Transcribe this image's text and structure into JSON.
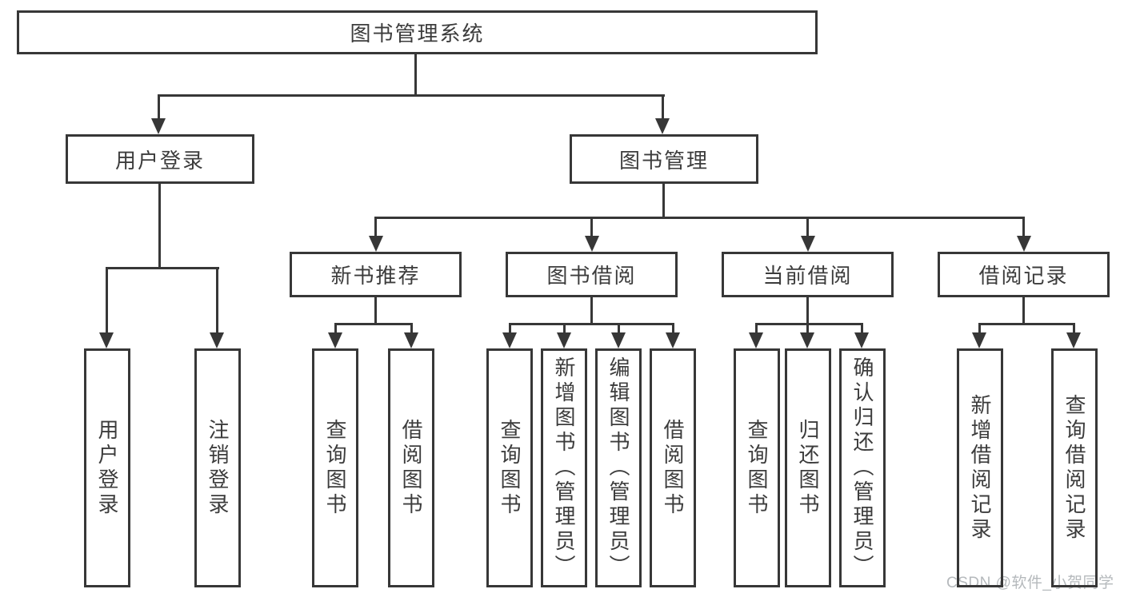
{
  "root": {
    "label": "图书管理系统"
  },
  "level2": {
    "user": {
      "label": "用户登录"
    },
    "mgmt": {
      "label": "图书管理"
    }
  },
  "level3": {
    "newbooks": {
      "label": "新书推荐"
    },
    "borrow": {
      "label": "图书借阅"
    },
    "current": {
      "label": "当前借阅"
    },
    "records": {
      "label": "借阅记录"
    }
  },
  "leaves": {
    "user": [
      "用户登录",
      "注销登录"
    ],
    "newbooks": [
      "查询图书",
      "借阅图书"
    ],
    "borrow": [
      "查询图书",
      "新增图书（管理员）",
      "编辑图书（管理员）",
      "借阅图书"
    ],
    "current": [
      "查询图书",
      "归还图书",
      "确认归还（管理员）"
    ],
    "records": [
      "新增借阅记录",
      "查询借阅记录"
    ]
  },
  "watermark": {
    "text": "CSDN @软件_小贺同学"
  },
  "colors": {
    "line": "#373737",
    "text": "#3c3c3c",
    "box_fill": "#ffffff",
    "watermark": "#b5b9bc",
    "background": "#ffffff"
  }
}
